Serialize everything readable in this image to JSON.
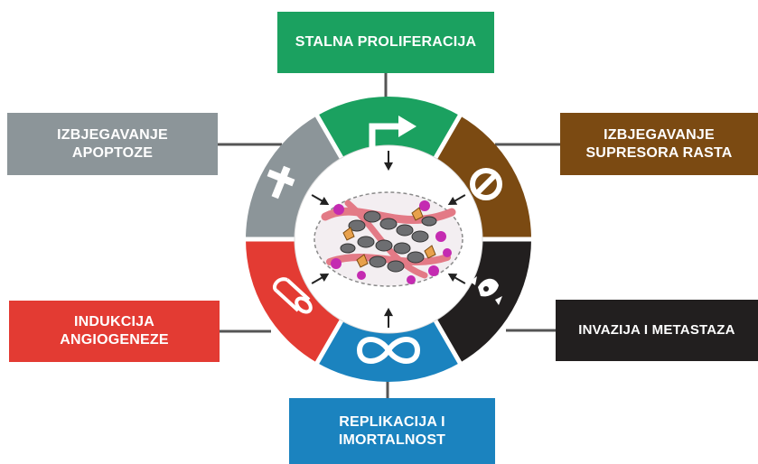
{
  "colors": {
    "green": "#1ba160",
    "brown": "#7b4a12",
    "black": "#221f1f",
    "blue": "#1b83bf",
    "red": "#e33b33",
    "gray": "#8c9599",
    "connector": "#555555",
    "center_fill": "#ffffff"
  },
  "hallmarks": {
    "top": {
      "label": "STALNA PROLIFERACIJA",
      "icon": "proliferation-arrow-icon",
      "color": "#1ba160"
    },
    "right_top": {
      "label": "IZBJEGAVANJE\nSUPRESORA RASTA",
      "icon": "no-entry-icon",
      "color": "#7b4a12"
    },
    "right_bottom": {
      "label": "INVAZIJA I METASTAZA",
      "icon": "crab-icon",
      "color": "#221f1f"
    },
    "bottom": {
      "label": "REPLIKACIJA I\nIMORTALNOST",
      "icon": "infinity-icon",
      "color": "#1b83bf"
    },
    "left_bottom": {
      "label": "INDUKCIJA\nANGIOGENEZE",
      "icon": "blood-vessel-icon",
      "color": "#e33b33"
    },
    "left_top": {
      "label": "IZBJEGAVANJE\nAPOPTOZE",
      "icon": "cross-icon",
      "color": "#8c9599"
    }
  },
  "center": {
    "icon": "tumor-cells-icon"
  }
}
